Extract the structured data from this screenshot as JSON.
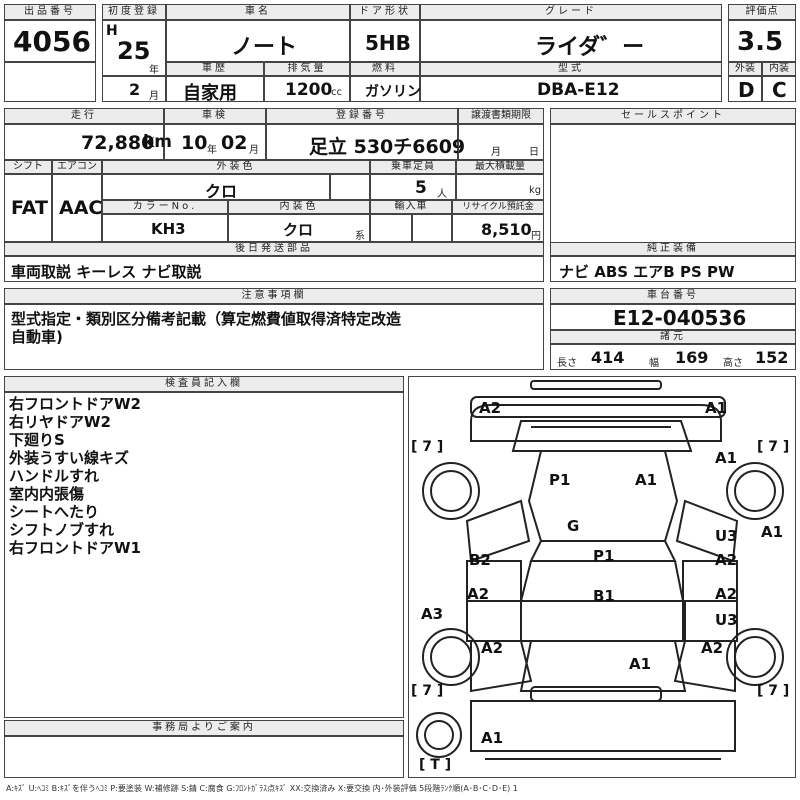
{
  "lot": {
    "label": "出品番号",
    "value": "4056"
  },
  "first_reg": {
    "label": "初度登録",
    "era": "H",
    "year": "25",
    "year_unit": "年",
    "month": "2",
    "month_unit": "月"
  },
  "car_name": {
    "label": "車名",
    "value": "ノート"
  },
  "door_type": {
    "label": "ドア形状",
    "value": "5HB"
  },
  "grade": {
    "label": "グレード",
    "value": "ライダ゛ー"
  },
  "score": {
    "label": "評価点",
    "value": "3.5",
    "ext_label": "外装",
    "ext_value": "D",
    "int_label": "内装",
    "int_value": "C"
  },
  "history": {
    "label": "車歴",
    "value": "自家用"
  },
  "displacement": {
    "label": "排気量",
    "value": "1200",
    "unit": "cc"
  },
  "fuel": {
    "label": "燃料",
    "value": "ガソリン"
  },
  "model": {
    "label": "型式",
    "value": "DBA-E12"
  },
  "mileage": {
    "label": "走行",
    "value": "72,880",
    "unit": "km"
  },
  "inspection": {
    "label": "車検",
    "year": "10",
    "year_unit": "年",
    "month": "02",
    "month_unit": "月"
  },
  "plate": {
    "label": "登録番号",
    "value": "足立 530チ6609"
  },
  "transfer": {
    "label": "譲渡書類期限",
    "month_unit": "月",
    "day_unit": "日"
  },
  "sales_point": {
    "label": "セールスポイント"
  },
  "shift": {
    "label": "シフト",
    "value": "FAT"
  },
  "aircon": {
    "label": "エアコン",
    "value": "AAC"
  },
  "exterior_color": {
    "label": "外装色",
    "value": "クロ"
  },
  "capacity": {
    "label": "乗車定員",
    "value": "5",
    "unit": "人"
  },
  "max_load": {
    "label": "最大積載量",
    "unit": "kg"
  },
  "color_no": {
    "label": "カラーNo.",
    "value": "KH3"
  },
  "interior_color": {
    "label": "内装色",
    "value": "クロ",
    "unit": "系"
  },
  "import": {
    "label": "輸入車"
  },
  "recycle": {
    "label": "リサイクル預託金",
    "value": "8,510",
    "unit": "円"
  },
  "later_parts": {
    "label": "後日発送部品",
    "value": "車両取説 キーレス ナビ取説"
  },
  "genuine": {
    "label": "純正装備",
    "value": "ナビ ABS エアB PS PW"
  },
  "notes": {
    "label": "注意事項欄",
    "lines": [
      "型式指定・類別区分備考記載（算定燃費値取得済特定改造",
      "自動車)"
    ]
  },
  "chassis": {
    "label": "車台番号",
    "value": "E12-040536"
  },
  "dims": {
    "label": "諸元",
    "length_label": "長さ",
    "length": "414",
    "width_label": "幅",
    "width": "169",
    "height_label": "高さ",
    "height": "152"
  },
  "inspector": {
    "label": "検査員記入欄",
    "lines": [
      "右フロントドアW2",
      "右リヤドアW2",
      "下廻りS",
      "外装うすい線キズ",
      "ハンドルすれ",
      "室内内張傷",
      "シートへたり",
      "シフトノブすれ",
      "右フロントドアW1"
    ]
  },
  "office": {
    "label": "事務局よりご案内"
  },
  "diagram": {
    "marks": [
      {
        "id": "a2-front-left",
        "text": "A2"
      },
      {
        "id": "a1-front-right",
        "text": "A1"
      },
      {
        "id": "a1-right-fender",
        "text": "A1"
      },
      {
        "id": "p1-hood",
        "text": "P1"
      },
      {
        "id": "a1-hood",
        "text": "A1"
      },
      {
        "id": "g-windshield",
        "text": "G"
      },
      {
        "id": "a1-right-edge",
        "text": "A1"
      },
      {
        "id": "u3-right-front-door",
        "text": "U3"
      },
      {
        "id": "a2-right-front-door",
        "text": "A2"
      },
      {
        "id": "b2-left-front-door",
        "text": "B2"
      },
      {
        "id": "p1-roof",
        "text": "P1"
      },
      {
        "id": "a2-left-rear-door",
        "text": "A2"
      },
      {
        "id": "b1-roof",
        "text": "B1"
      },
      {
        "id": "a2-right-rear-door",
        "text": "A2"
      },
      {
        "id": "u3-right-rear-door",
        "text": "U3"
      },
      {
        "id": "a3-left-edge",
        "text": "A3"
      },
      {
        "id": "a2-left-rear",
        "text": "A2"
      },
      {
        "id": "a2-right-rear",
        "text": "A2"
      },
      {
        "id": "a1-rear",
        "text": "A1"
      },
      {
        "id": "a1-bottom",
        "text": "A1"
      }
    ],
    "tire_tl": "[ 7 ]",
    "tire_tr": "[ 7 ]",
    "tire_bl": "[ 7 ]",
    "tire_br": "[ 7 ]",
    "spare": "[ T ]"
  },
  "legend": "A:ｷｽﾞ U:ﾍｺﾐ B:ｷｽﾞを伴うﾍｺﾐ P:要塗装 W:補修跡 S:錆 C:腐食 G:ﾌﾛﾝﾄｶﾞﾗｽ点ｷｽﾞ XX:交換済み X:要交換 内･外装評価 5段階ﾗﾝｸ順(A･B･C･D･E) 1"
}
